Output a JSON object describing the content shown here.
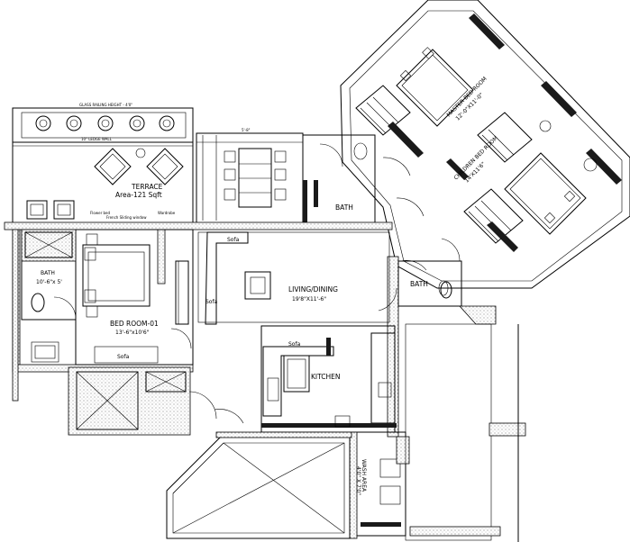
{
  "labels": {
    "terrace_title": "TERRACE",
    "terrace_area": "Area-121 Sqft",
    "glass_railing": "GLASS RAILING HEIGHT - 4'0\"",
    "ledge_wall": "10\" LEDGE WALL",
    "bath_top": "BATH",
    "bath_right": "BATH",
    "bath_left": "BATH",
    "bath_left_dim": "10'-6\"x 5'",
    "bedroom_title": "BED ROOM-01",
    "bedroom_dim": "13'-6\"x10'6\"",
    "living_title": "LIVING/DINING",
    "living_dim": "19'8\"X11'-6\"",
    "kitchen": "KITCHEN",
    "sofa_1": "Sofa",
    "sofa_2": "Sofa",
    "sofa_3": "Sofa",
    "sofa_4": "Sofa",
    "wash_area": "WASH AREA",
    "wash_dim": "4'0\" X 7'0\"",
    "master_bedroom": "MASTER BED ROOM",
    "master_dim": "12'-0\"X11'-0\"",
    "children_bedroom": "CHILDREN BED ROOM",
    "children_dim": "14'X11'6\"",
    "wardrobe": "Wardrobe",
    "flower_bed": "Flower bed",
    "french_sliding": "French Sliding window",
    "dining_dim": "5'-8\""
  }
}
